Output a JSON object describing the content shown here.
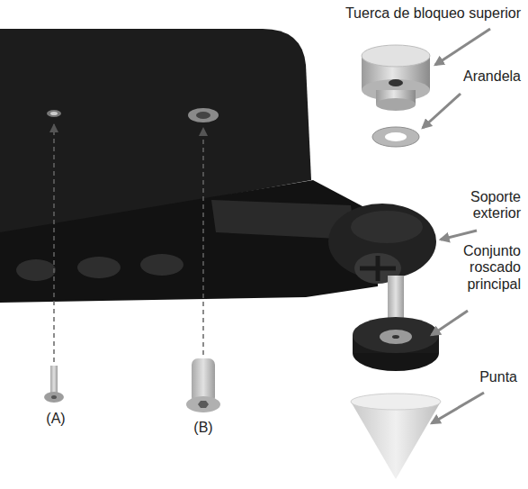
{
  "diagram": {
    "labels": [
      "Tuerca de bloqueo superior",
      "Arandela",
      "Soporte exterior",
      "Conjunto roscado principal",
      "Punta",
      "(A)",
      "(B)"
    ]
  }
}
